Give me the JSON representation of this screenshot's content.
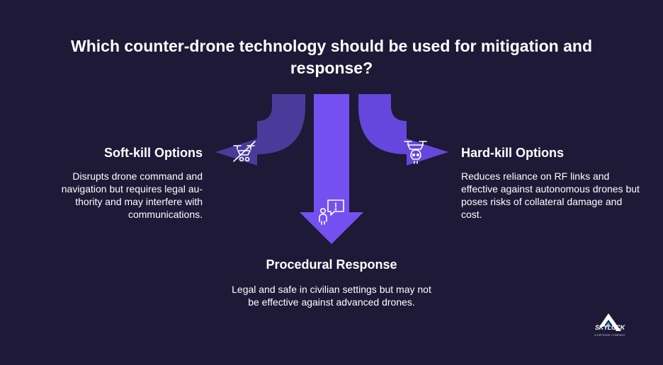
{
  "title": "Which counter-drone technology should be used for mitigation and response?",
  "colors": {
    "background": "#1d1936",
    "arrow_left": "#4a3b9a",
    "arrow_center": "#7550f0",
    "arrow_right": "#6646dc"
  },
  "options": {
    "soft_kill": {
      "heading": "Soft-kill Options",
      "description": "Disrupts drone command and navigation but requires legal au-thority and may interfere with communications.",
      "icon": "drone-crossed-icon"
    },
    "hard_kill": {
      "heading": "Hard-kill Options",
      "description": "Reduces reliance on RF links and effective against autonomous drones but poses risks of collateral damage and cost.",
      "icon": "drone-skull-icon"
    },
    "procedural": {
      "heading": "Procedural Response",
      "description": "Legal and safe in civilian settings but may not be effective against advanced drones.",
      "icon": "person-alert-icon"
    }
  },
  "logo": {
    "name": "SKYLOCK",
    "tagline": "A DEFENSE COMPANY"
  }
}
